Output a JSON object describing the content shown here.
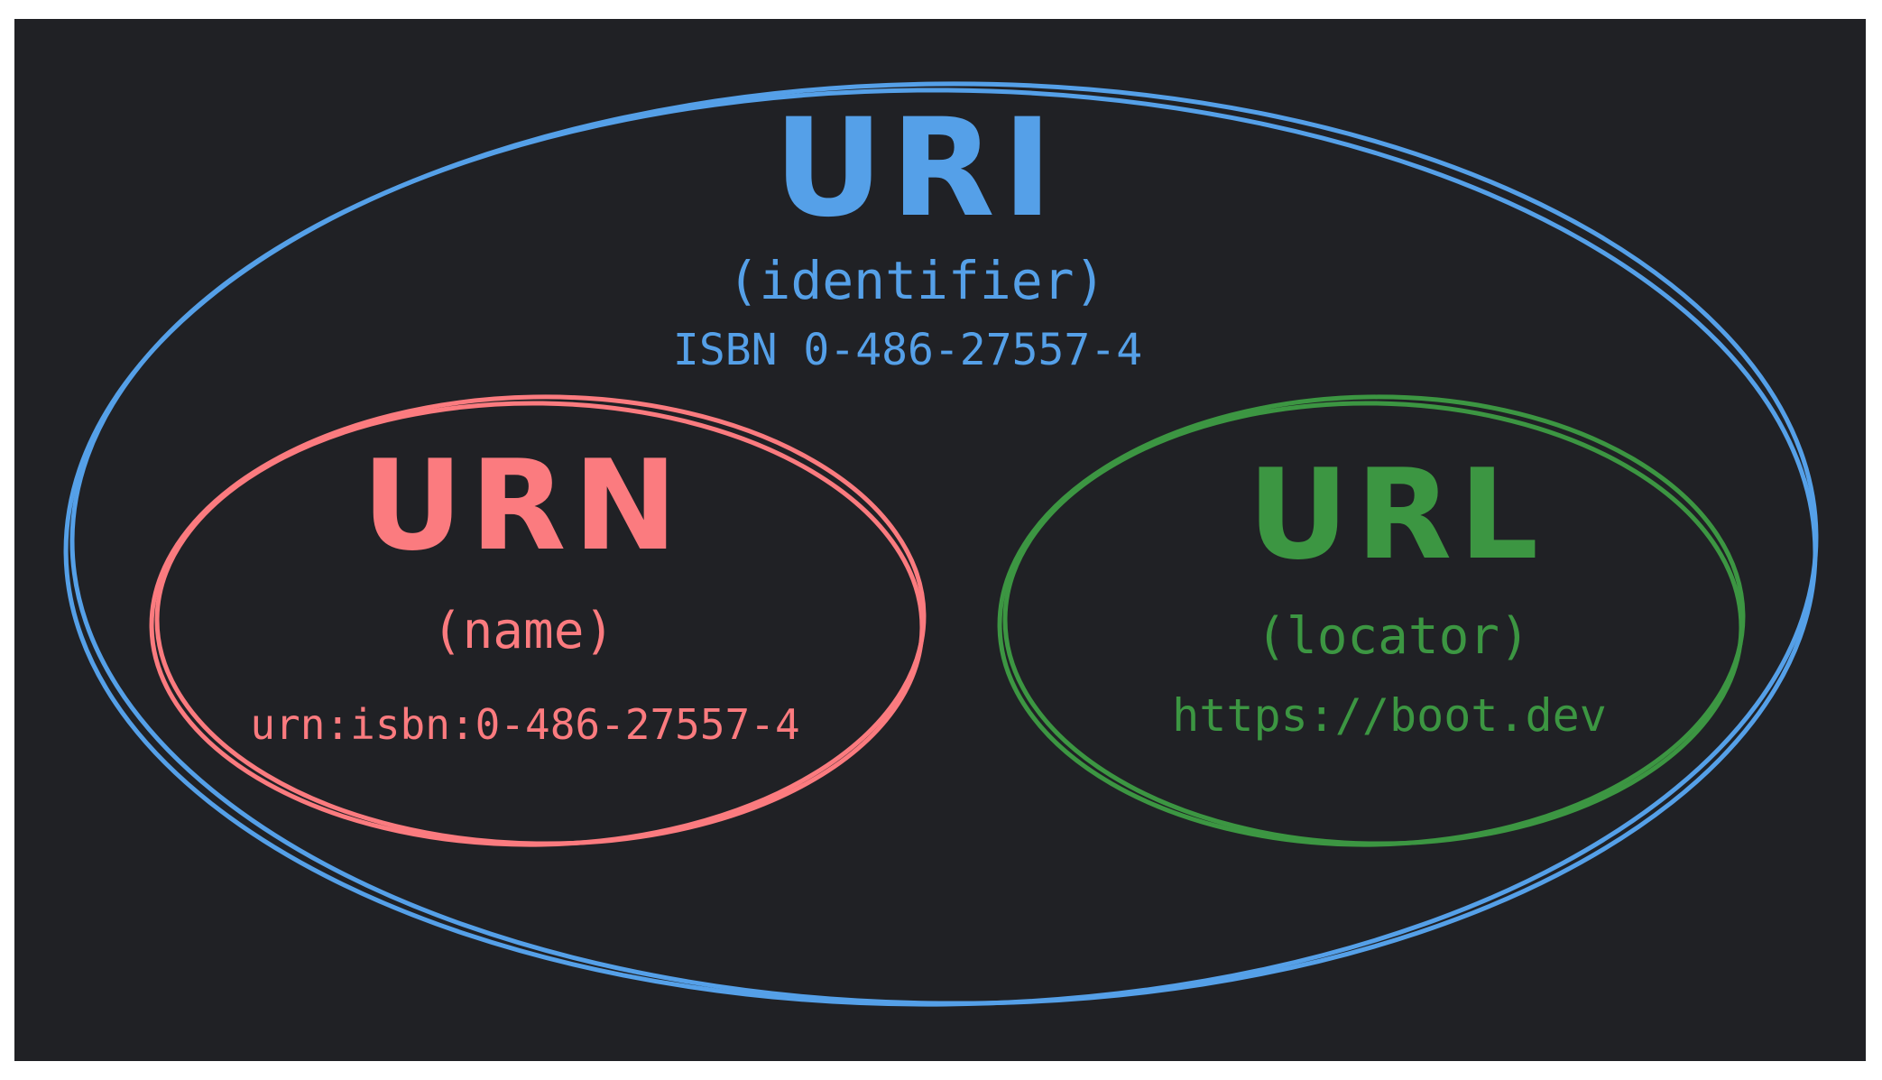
{
  "colors": {
    "background": "#202125",
    "uri": "#55A0E8",
    "urn": "#FB7B7F",
    "url": "#3C9642"
  },
  "uri": {
    "title": "URI",
    "subtitle": "(identifier)",
    "example": "ISBN 0-486-27557-4"
  },
  "urn": {
    "title": "URN",
    "subtitle": "(name)",
    "example": "urn:isbn:0-486-27557-4"
  },
  "url": {
    "title": "URL",
    "subtitle": "(locator)",
    "example": "https://boot.dev"
  }
}
